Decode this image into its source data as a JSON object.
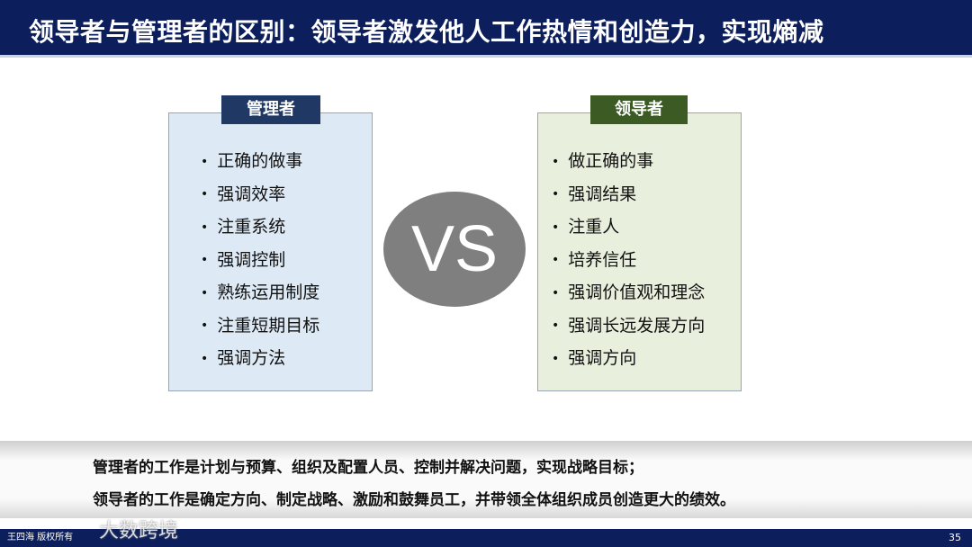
{
  "title": "领导者与管理者的区别：领导者激发他人工作热情和创造力，实现熵减",
  "manager": {
    "label": "管理者",
    "items": [
      "正确的做事",
      "强调效率",
      "注重系统",
      "强调控制",
      "熟练运用制度",
      "注重短期目标",
      "强调方法"
    ]
  },
  "leader": {
    "label": "领导者",
    "items": [
      "做正确的事",
      "强调结果",
      "注重人",
      "培养信任",
      "强调价值观和理念",
      "强调长远发展方向",
      "强调方向"
    ]
  },
  "vs": "VS",
  "summary": [
    "管理者的工作是计划与预算、组织及配置人员、控制并解决问题，实现战略目标；",
    "领导者的工作是确定方向、制定战略、激励和鼓舞员工，并带领全体组织成员创造更大的绩效。"
  ],
  "footer": {
    "copyright": "王四海 版权所有",
    "watermark": "大数跨境",
    "page": "35"
  }
}
